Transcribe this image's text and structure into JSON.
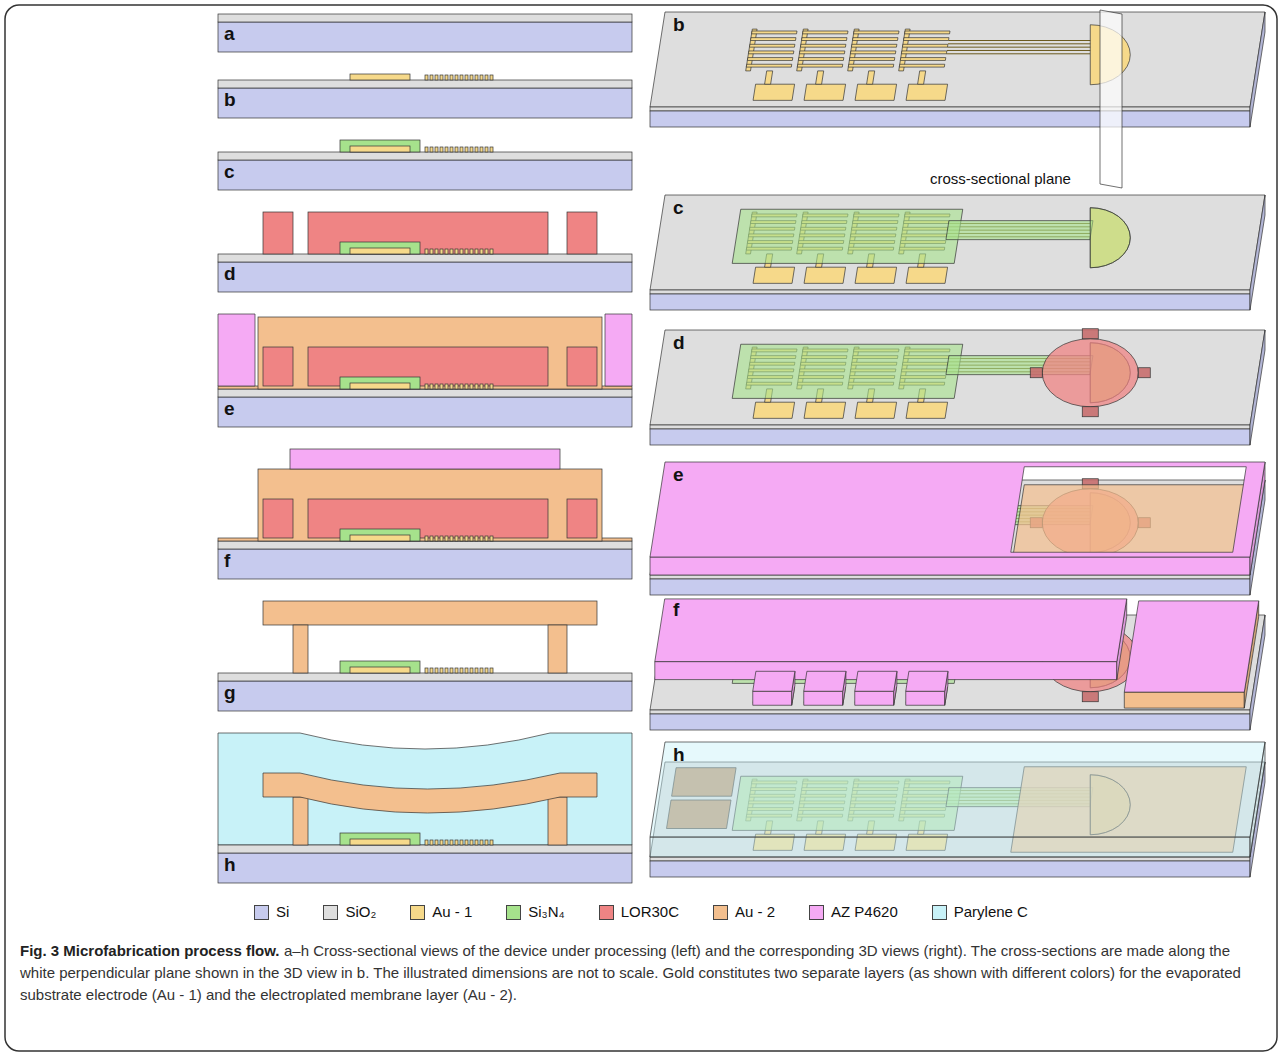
{
  "diagram": {
    "title": "Fig. 3 Microfabrication process flow.",
    "caption": "a–h Cross-sectional views of the device under processing (left) and the corresponding 3D views (right). The cross-sections are made along the white perpendicular plane shown in the 3D view in b. The illustrated dimensions are not to scale. Gold constitutes two separate layers (as shown with different colors) for the evaporated substrate electrode (Au - 1) and the electroplated membrane layer (Au - 2).",
    "labels": [
      "a",
      "b",
      "b",
      "cross-sectional plane",
      "c",
      "c",
      "d",
      "d",
      "e",
      "e",
      "f",
      "f",
      "g",
      "h",
      "h"
    ],
    "legend": [
      {
        "text": "Si",
        "color": "#c7cbee"
      },
      {
        "text": "SiO₂",
        "color": "#dedede"
      },
      {
        "text": "Au - 1",
        "color": "#f6d98a"
      },
      {
        "text": "Si₃N₄",
        "color": "#a6e28c"
      },
      {
        "text": "LOR30C",
        "color": "#ef8484"
      },
      {
        "text": "Au - 2",
        "color": "#f3bf8e"
      },
      {
        "text": "AZ P4620",
        "color": "#f5aaf4"
      },
      {
        "text": "Parylene C",
        "color": "#c8f2f8"
      }
    ]
  }
}
